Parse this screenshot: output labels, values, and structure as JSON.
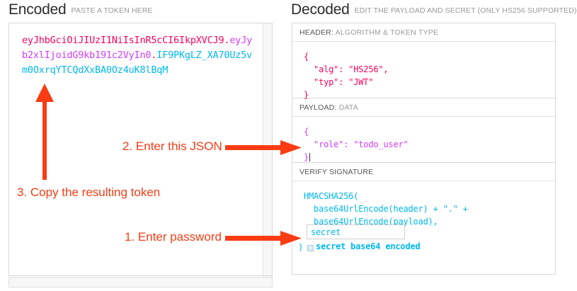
{
  "encoded": {
    "heading": "Encoded",
    "subheading": "PASTE A TOKEN HERE",
    "token": {
      "header_part": "eyJhbGciOiJIUzI1NiIsInR5cCI6IkpXVCJ9",
      "dot1": ".",
      "payload_part": "eyJyb2xlIjoidG9kb191c2VyIn0",
      "dot2": ".",
      "signature_part": "IF9PKgLZ_XA70Uz5vm0OxrqYTCQdXxBA0Oz4uK8lBqM",
      "full": "eyJhbGciOiJIUzI1NiIsInR5cCI6IkpXVCJ9.eyJyb2xlIjoidG9kb191c2VyIn0.IF9PKgLZ_XA70Uz5vm0OxrqYTCQdXxBA0Oz4uK8lBqM"
    }
  },
  "decoded": {
    "heading": "Decoded",
    "subheading": "EDIT THE PAYLOAD AND SECRET (ONLY HS256 SUPPORTED)",
    "sections": [
      {
        "label_strong": "HEADER:",
        "label_rest": "ALGORITHM & TOKEN TYPE",
        "body": "{\n  \"alg\": \"HS256\",\n  \"typ\": \"JWT\"\n}"
      },
      {
        "label_strong": "PAYLOAD:",
        "label_rest": "DATA",
        "body": "{\n  \"role\": \"todo_user\"\n}"
      },
      {
        "label_strong": "VERIFY SIGNATURE",
        "label_rest": "",
        "body": "HMACSHA256(\n  base64UrlEncode(header) + \".\" +\n  base64UrlEncode(payload),"
      }
    ],
    "signature": {
      "secret_value": "secret",
      "secret_placeholder": "secret",
      "close_paren": ")",
      "base64_label": "secret base64 encoded",
      "base64_checked": false
    }
  },
  "annotations": [
    {
      "id": "step1",
      "text": "1. Enter password"
    },
    {
      "id": "step2",
      "text": "2. Enter this JSON"
    },
    {
      "id": "step3",
      "text": "3. Copy the resulting token"
    }
  ],
  "colors": {
    "header_token": "#fb015b",
    "payload_token": "#d63aff",
    "signature_token": "#00b9f1",
    "annotation": "#fa3c14",
    "panel_border": "#d8d8d8",
    "label_text": "#9b9b9b"
  }
}
